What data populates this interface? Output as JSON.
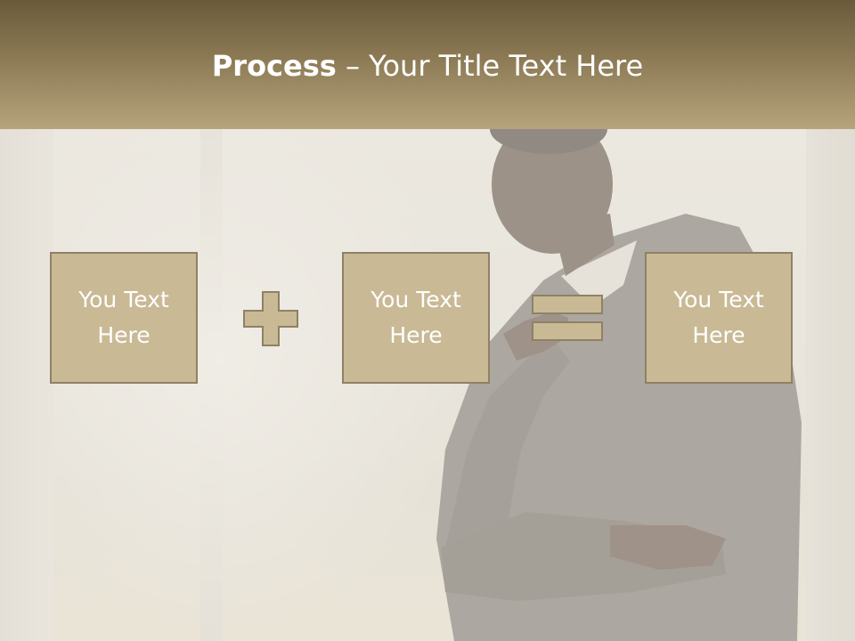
{
  "title": {
    "bold": "Process",
    "rest": " – Your Title Text Here"
  },
  "boxes": [
    {
      "text": "You Text Here"
    },
    {
      "text": "You Text Here"
    },
    {
      "text": "You Text Here"
    }
  ],
  "operators": {
    "first": "plus-icon",
    "second": "equals-icon"
  },
  "colors": {
    "title_bar": "#8c7a55",
    "box_fill": "#c9b995",
    "box_border": "#8e8166",
    "text": "#ffffff"
  }
}
